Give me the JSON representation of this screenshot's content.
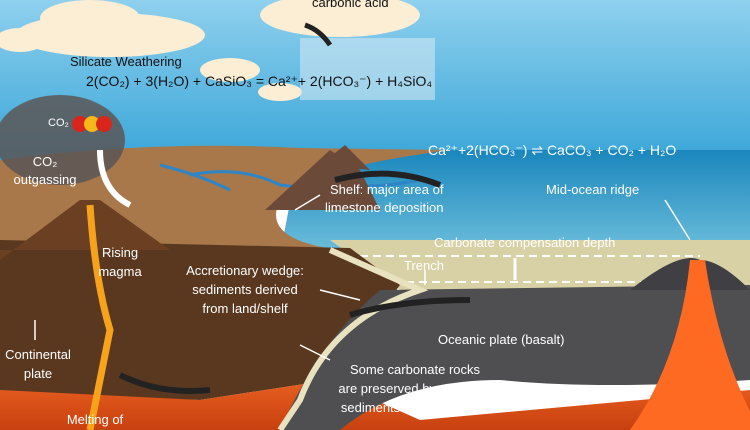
{
  "labels": {
    "carbonic_acid": "carbonic acid",
    "silicate_weathering": "Silicate Weathering",
    "silicate_equation": "2(CO₂) + 3(H₂O) + CaSiO₃  =  Ca²⁺+ 2(HCO₃⁻) + H₄SiO₄",
    "co2_molecule": "CO₂",
    "co2_outgassing_1": "CO₂",
    "co2_outgassing_2": "outgassing",
    "carbonate_equation": "Ca²⁺+2(HCO₃⁻) ⇌ CaCO₃ + CO₂ + H₂O",
    "shelf_1": "Shelf: major area of",
    "shelf_2": "limestone deposition",
    "mid_ocean_ridge": "Mid-ocean ridge",
    "ccd": "Carbonate compensation depth",
    "trench": "Trench",
    "rising_magma_1": "Rising",
    "rising_magma_2": "magma",
    "wedge_1": "Accretionary wedge:",
    "wedge_2": "sediments derived",
    "wedge_3": "from land/shelf",
    "oceanic_plate": "Oceanic plate (basalt)",
    "continental_1": "Continental",
    "continental_2": "plate",
    "carbonate_rocks_1": "Some carbonate rocks",
    "carbonate_rocks_2": "are preserved by overlying",
    "carbonate_rocks_3": "sediments and subducted",
    "melting": "Melting of"
  },
  "colors": {
    "sky": "#5db8e2",
    "land": "#a8774a",
    "ocean": "#1f8fc2",
    "crust": "#5a3820",
    "mantle": "#e0521b",
    "oceanic_plate": "#4f4f52",
    "ccd_zone": "#d9d1a6"
  }
}
